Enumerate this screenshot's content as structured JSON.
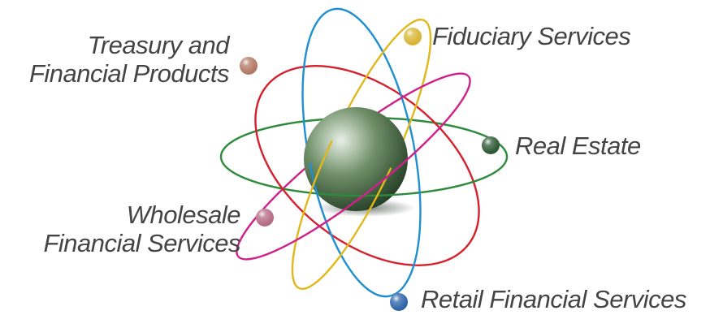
{
  "diagram": {
    "nucleus": {
      "colors": {
        "light": "#e8f0e6",
        "mid": "#6f8f68",
        "dark": "#203a22",
        "shadow": "#0c1e10"
      }
    },
    "orbits": [
      {
        "name": "real-estate",
        "color": "#2e8a3c"
      },
      {
        "name": "treasury",
        "color": "#d6202d"
      },
      {
        "name": "retail",
        "color": "#1f8fd0"
      },
      {
        "name": "fiduciary",
        "color": "#e0b81a"
      },
      {
        "name": "wholesale",
        "color": "#d0208a"
      }
    ],
    "electrons": [
      {
        "name": "treasury",
        "color": "#b37a66"
      },
      {
        "name": "fiduciary",
        "color": "#d9b637"
      },
      {
        "name": "real-estate",
        "color": "#2f5a36"
      },
      {
        "name": "wholesale",
        "color": "#b66d86"
      },
      {
        "name": "retail",
        "color": "#2f66aa"
      }
    ],
    "labels": {
      "treasury": [
        "Treasury and",
        "Financial Products"
      ],
      "fiduciary": "Fiduciary Services",
      "real_estate": "Real Estate",
      "wholesale": [
        "Wholesale",
        "Financial Services"
      ],
      "retail": "Retail Financial Services"
    }
  }
}
